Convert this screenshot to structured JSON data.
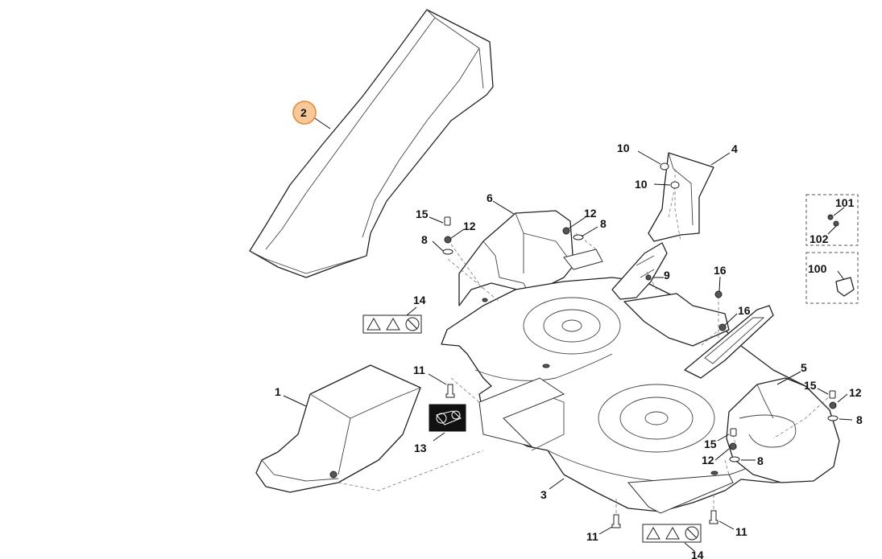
{
  "callouts": {
    "c1": "1",
    "c2": "2",
    "c3": "3",
    "c4": "4",
    "c5": "5",
    "c6": "6",
    "c8": "8",
    "c9": "9",
    "c10": "10",
    "c11": "11",
    "c12": "12",
    "c13": "13",
    "c14": "14",
    "c15": "15",
    "c16": "16",
    "c100": "100",
    "c101": "101",
    "c102": "102"
  },
  "highlighted_callout": "2",
  "colors": {
    "highlight_fill": "#f6c89a",
    "highlight_stroke": "#e8893a",
    "line": "#222222"
  }
}
